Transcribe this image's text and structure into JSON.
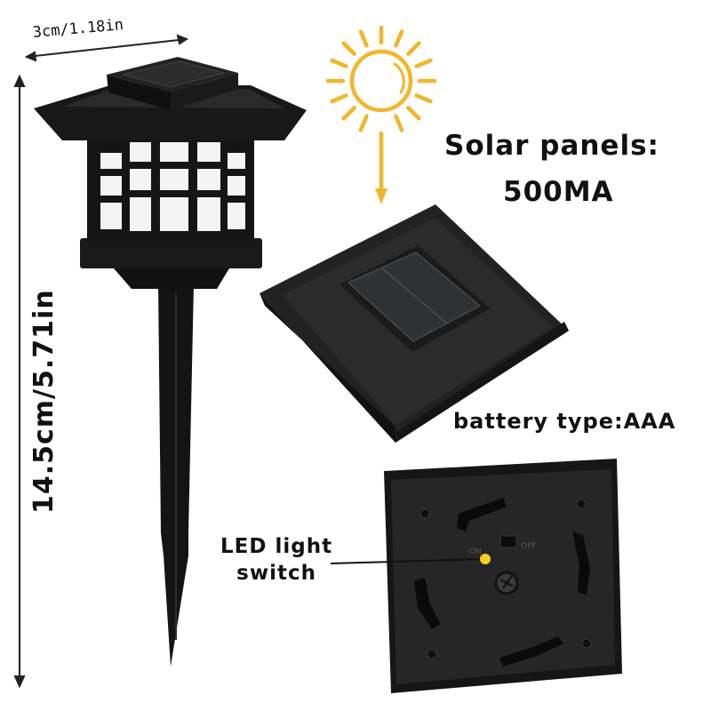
{
  "dimensions": {
    "width_label": "3cm/1.18in",
    "height_label": "14.5cm/5.71in"
  },
  "solar": {
    "title": "Solar panels:",
    "value": "500MA"
  },
  "battery": {
    "label": "battery type:AAA"
  },
  "switch": {
    "label_line1": "LED light",
    "label_line2": "switch",
    "on_text": "ON",
    "off_text": "OFF"
  },
  "icons": {
    "sun": "sun-icon"
  },
  "colors": {
    "sun": "#F2B62B",
    "indicator_dot": "#F5D020",
    "product_dark": "#1c1c1c"
  }
}
